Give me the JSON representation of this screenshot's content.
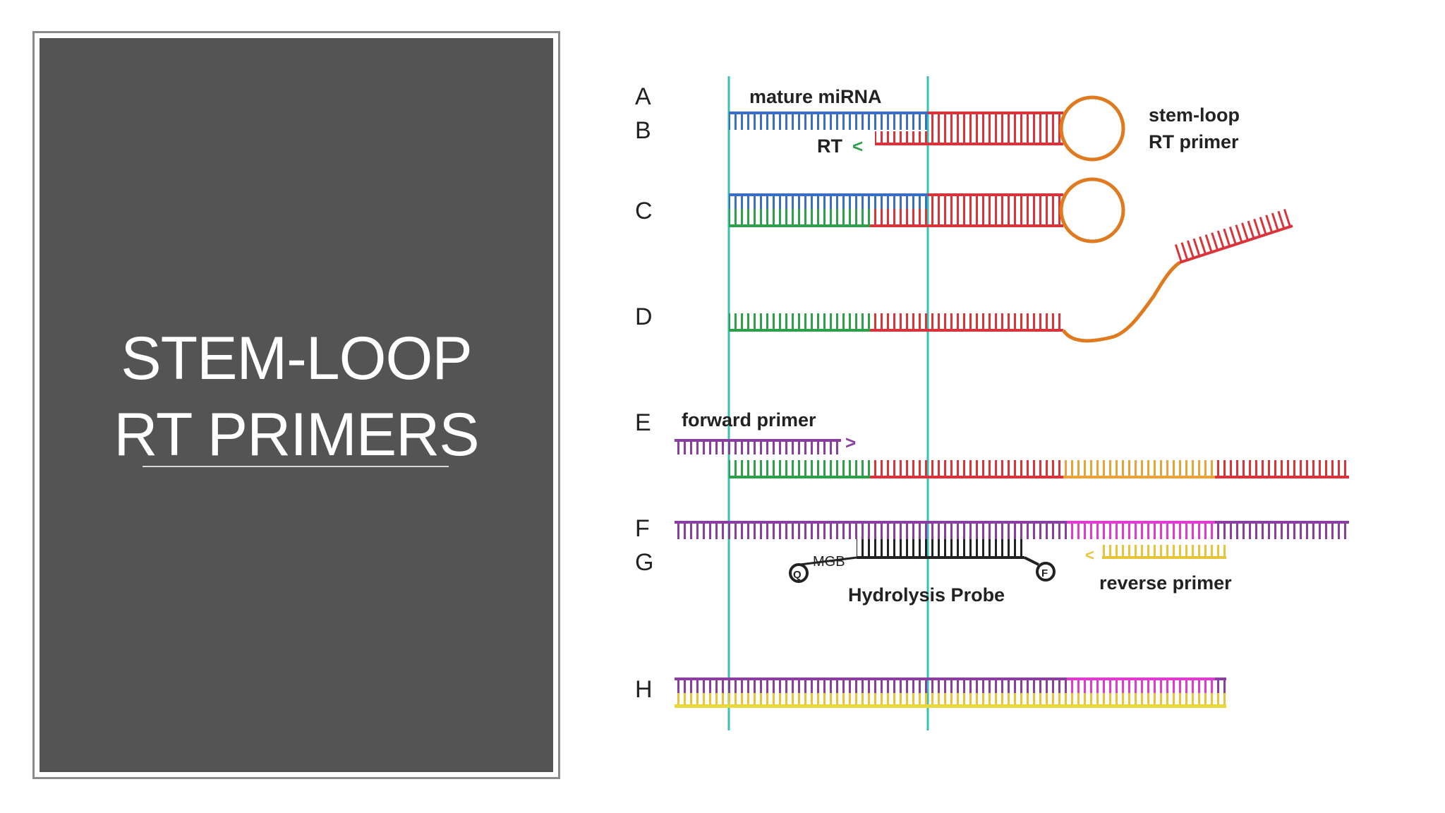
{
  "slide": {
    "title_line1": "STEM-LOOP",
    "title_line2": "RT PRIMERS"
  },
  "figure": {
    "row_letters": [
      "A",
      "B",
      "C",
      "D",
      "E",
      "F",
      "G",
      "H"
    ],
    "labels": {
      "mature_mirna": "mature miRNA",
      "rt": "RT",
      "stem_loop": "stem-loop",
      "rt_primer": "RT primer",
      "forward_primer": "forward primer",
      "hydrolysis_probe": "Hydrolysis Probe",
      "reverse_primer": "reverse primer",
      "mgb": "MGB",
      "quencher": "Q",
      "fluorophore": "F"
    },
    "colors": {
      "mirna_blue": "#3b6fc6",
      "rt_red": "#d9343a",
      "cdna_green": "#2ea04a",
      "loop_orange": "#e07a1f",
      "primer_purple": "#8a3fa0",
      "reverse_yellow": "#e8c43a",
      "product_magenta": "#e03ad0",
      "guide_teal": "#36c2b8"
    }
  }
}
